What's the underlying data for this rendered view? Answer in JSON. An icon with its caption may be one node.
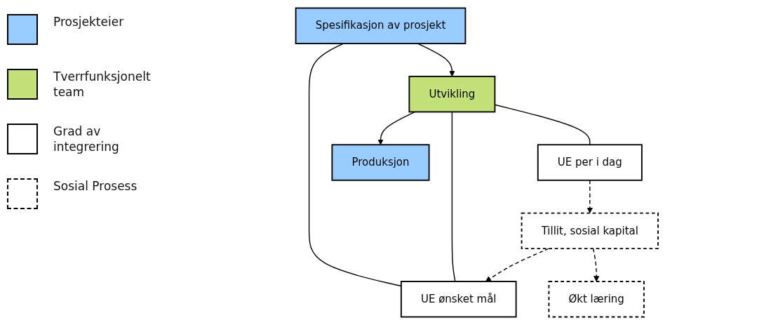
{
  "diagram": {
    "nodes": [
      {
        "text": [
          "Spesifikasjon av prosjekt"
        ]
      },
      {
        "text": [
          "UE ønsket mål"
        ]
      },
      {
        "text": [
          "Økt læring"
        ]
      },
      {
        "text": [
          "Tillit, sosial kapital"
        ]
      },
      {
        "text": [
          "Utvikling"
        ]
      },
      {
        "text": [
          "UE per i dag"
        ]
      },
      {
        "text": [
          "Produksjon"
        ]
      }
    ],
    "edges": [
      {
        "from": 0,
        "to": 1,
        "arrow": "none"
      },
      {
        "from": 4,
        "to": 1,
        "arrow": "none"
      },
      {
        "from": 0,
        "to": 4,
        "arrow": "to"
      },
      {
        "from": 4,
        "to": 6,
        "arrow": "to"
      },
      {
        "from": 4,
        "to": 5,
        "arrow": "none"
      },
      {
        "from": 5,
        "to": 3,
        "arrow": "to",
        "style": "dashed"
      },
      {
        "from": 3,
        "to": 1,
        "arrow": "to",
        "style": "dashed"
      },
      {
        "from": 3,
        "to": 2,
        "arrow": "to",
        "style": "dashed"
      }
    ],
    "legend": [
      {
        "text": "Prosjekteier",
        "color": "#99ccff"
      },
      {
        "text": "Tverrfunksjonelt team",
        "color": "#c4e07a"
      },
      {
        "text": "Grad av integrering"
      },
      {
        "text": "Sosial Prosess"
      }
    ]
  }
}
